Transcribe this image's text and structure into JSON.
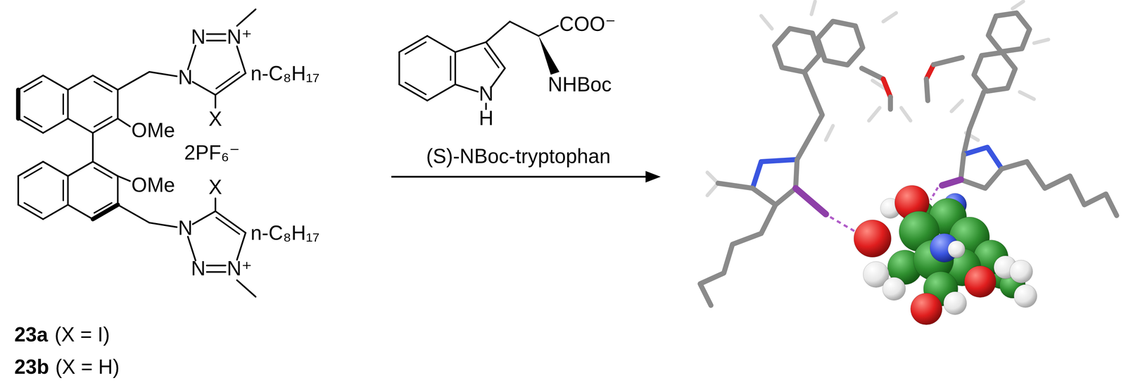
{
  "diagram": {
    "labels": [
      "N",
      "N",
      "N⁺",
      "n-C₈H₁₇",
      "X",
      "OMe",
      "2PF₆⁻",
      "OMe",
      "X",
      "n-C₈H₁₇",
      "N",
      "N",
      "N⁺",
      "23a",
      "(X = I)",
      "23b",
      "(X = H)",
      "COO⁻",
      "NHBoc",
      "N",
      "H",
      "(S)-NBoc-tryptophan"
    ]
  }
}
